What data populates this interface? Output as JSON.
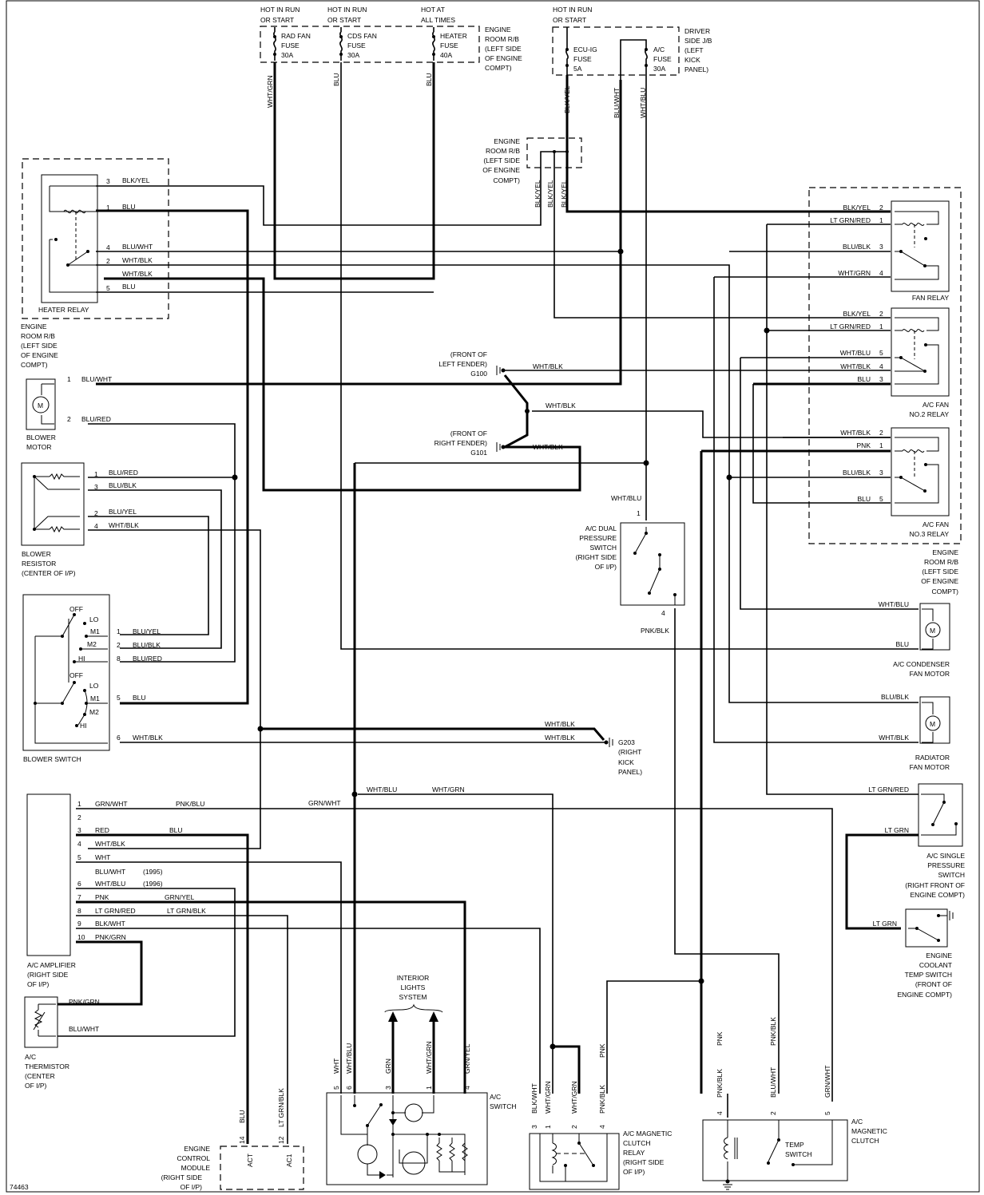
{
  "diagram": {
    "figure_id": "74463",
    "fuse_box_top": {
      "location": [
        "ENGINE",
        "ROOM R/B",
        "(LEFT SIDE",
        "OF ENGINE",
        "COMPT)"
      ],
      "fuses": [
        {
          "power": [
            "HOT IN RUN",
            "OR START"
          ],
          "name": [
            "RAD FAN",
            "FUSE",
            "30A"
          ],
          "wire": "WHT/GRN"
        },
        {
          "power": [
            "HOT IN RUN",
            "OR START"
          ],
          "name": [
            "CDS FAN",
            "FUSE",
            "30A"
          ],
          "wire": "BLU"
        },
        {
          "power": [
            "HOT AT",
            "ALL TIMES"
          ],
          "name": [
            "HEATER",
            "FUSE",
            "40A"
          ],
          "wire": "BLU"
        }
      ]
    },
    "driver_jb": {
      "power": [
        "HOT IN RUN",
        "OR START"
      ],
      "location": [
        "DRIVER",
        "SIDE J/B",
        "(LEFT",
        "KICK",
        "PANEL)"
      ],
      "fuses": [
        {
          "name": [
            "ECU-IG",
            "FUSE",
            "5A"
          ],
          "wire": "BLK/YEL"
        },
        {
          "name": [
            "A/C",
            "FUSE",
            "30A"
          ],
          "wire": "WHT/BLU"
        }
      ],
      "extra_wire": "BLU/WHT"
    },
    "engine_room_splice": {
      "location": [
        "ENGINE",
        "ROOM R/B",
        "(LEFT SIDE",
        "OF ENGINE",
        "COMPT)"
      ],
      "wires": [
        "BLK/YEL",
        "BLK/YEL",
        "BLK/YEL"
      ]
    },
    "heater_relay": {
      "name": "HEATER RELAY",
      "location": [
        "ENGINE",
        "ROOM R/B",
        "(LEFT SIDE",
        "OF ENGINE",
        "COMPT)"
      ],
      "pins": [
        {
          "pin": "3",
          "wire": "BLK/YEL"
        },
        {
          "pin": "1",
          "wire": "BLU"
        },
        {
          "pin": "4",
          "wire": "BLU/WHT"
        },
        {
          "pin": "2",
          "wire": "WHT/BLK"
        },
        {
          "pin": "",
          "wire": "WHT/BLK"
        },
        {
          "pin": "5",
          "wire": "BLU"
        }
      ]
    },
    "blower_motor": {
      "name": [
        "BLOWER",
        "MOTOR"
      ],
      "symbol": "M",
      "pins": [
        {
          "pin": "1",
          "wire": "BLU/WHT"
        },
        {
          "pin": "2",
          "wire": "BLU/RED"
        }
      ]
    },
    "blower_resistor": {
      "name": [
        "BLOWER",
        "RESISTOR",
        "(CENTER OF I/P)"
      ],
      "pins": [
        {
          "pin": "1",
          "wire": "BLU/RED"
        },
        {
          "pin": "3",
          "wire": "BLU/BLK"
        },
        {
          "pin": "2",
          "wire": "BLU/YEL"
        },
        {
          "pin": "4",
          "wire": "WHT/BLK"
        }
      ]
    },
    "blower_switch": {
      "name": "BLOWER SWITCH",
      "positions_a": [
        "OFF",
        "LO",
        "M1",
        "M2",
        "HI"
      ],
      "positions_b": [
        "OFF",
        "LO",
        "M1",
        "M2",
        "HI"
      ],
      "pins": [
        {
          "pin": "1",
          "wire": "BLU/YEL"
        },
        {
          "pin": "2",
          "wire": "BLU/BLK"
        },
        {
          "pin": "8",
          "wire": "BLU/RED"
        },
        {
          "pin": "5",
          "wire": "BLU"
        },
        {
          "pin": "6",
          "wire": "WHT/BLK"
        }
      ]
    },
    "grounds": [
      {
        "id": "G100",
        "location": [
          "(FRONT OF",
          "LEFT FENDER)"
        ],
        "wire": "WHT/BLK"
      },
      {
        "id": "G101",
        "location": [
          "(FRONT OF",
          "RIGHT FENDER)"
        ],
        "wire": "WHT/BLK"
      },
      {
        "id": "G203",
        "location": [
          "(RIGHT",
          "KICK",
          "PANEL)"
        ],
        "wires": [
          "WHT/BLK",
          "WHT/BLK"
        ]
      }
    ],
    "splice_wire_label": "WHT/BLK",
    "dual_pressure_switch": {
      "name": [
        "A/C DUAL",
        "PRESSURE",
        "SWITCH",
        "(RIGHT SIDE",
        "OF I/P)"
      ],
      "pins": [
        {
          "pin": "1",
          "wire": "WHT/BLU"
        },
        {
          "pin": "4",
          "wire": "PNK/BLK"
        }
      ]
    },
    "fan_relay": {
      "name": "FAN RELAY",
      "pins": [
        {
          "pin": "2",
          "wire": "BLK/YEL"
        },
        {
          "pin": "1",
          "wire": "LT GRN/RED"
        },
        {
          "pin": "3",
          "wire": "BLU/BLK"
        },
        {
          "pin": "4",
          "wire": "WHT/GRN"
        }
      ]
    },
    "ac_fan_no2_relay": {
      "name": [
        "A/C FAN",
        "NO.2 RELAY"
      ],
      "pins": [
        {
          "pin": "2",
          "wire": "BLK/YEL"
        },
        {
          "pin": "1",
          "wire": "LT GRN/RED"
        },
        {
          "pin": "5",
          "wire": "WHT/BLU"
        },
        {
          "pin": "4",
          "wire": "WHT/BLK"
        },
        {
          "pin": "3",
          "wire": "BLU"
        }
      ]
    },
    "ac_fan_no3_relay": {
      "name": [
        "A/C FAN",
        "NO.3 RELAY"
      ],
      "pins": [
        {
          "pin": "2",
          "wire": "WHT/BLK"
        },
        {
          "pin": "1",
          "wire": "PNK"
        },
        {
          "pin": "3",
          "wire": "BLU/BLK"
        },
        {
          "pin": "5",
          "wire": "BLU"
        }
      ]
    },
    "relay_box_location": [
      "ENGINE",
      "ROOM R/B",
      "(LEFT SIDE",
      "OF ENGINE",
      "COMPT)"
    ],
    "condenser_fan_motor": {
      "name": [
        "A/C CONDENSER",
        "FAN MOTOR"
      ],
      "symbol": "M",
      "wires": [
        "WHT/BLU",
        "BLU"
      ]
    },
    "radiator_fan_motor": {
      "name": [
        "RADIATOR",
        "FAN MOTOR"
      ],
      "symbol": "M",
      "wires": [
        "BLU/BLK",
        "WHT/BLK"
      ]
    },
    "single_pressure_switch": {
      "name": [
        "A/C SINGLE",
        "PRESSURE",
        "SWITCH",
        "(RIGHT FRONT OF",
        "ENGINE COMPT)"
      ],
      "wires": [
        "LT GRN/RED",
        "LT GRN"
      ]
    },
    "coolant_temp_switch": {
      "name": [
        "ENGINE",
        "COOLANT",
        "TEMP SWITCH",
        "(FRONT OF",
        "ENGINE COMPT)"
      ],
      "wire": "LT GRN"
    },
    "ac_amplifier": {
      "name": [
        "A/C AMPLIFIER",
        "(RIGHT SIDE",
        "OF I/P)"
      ],
      "pins": [
        {
          "pin": "1",
          "wire": "GRN/WHT",
          "mate": "PNK/BLU"
        },
        {
          "pin": "2",
          "wire": "",
          "mate": ""
        },
        {
          "pin": "3",
          "wire": "RED",
          "mate": "BLU"
        },
        {
          "pin": "4",
          "wire": "WHT/BLK",
          "mate": ""
        },
        {
          "pin": "5",
          "wire": "WHT",
          "mate": ""
        },
        {
          "pin": "6",
          "wire": "WHT/BLU",
          "mate": ""
        },
        {
          "pin": "7",
          "wire": "PNK",
          "mate": "GRN/YEL"
        },
        {
          "pin": "8",
          "wire": "LT GRN/RED",
          "mate": "LT GRN/BLK"
        },
        {
          "pin": "9",
          "wire": "BLK/WHT",
          "mate": ""
        },
        {
          "pin": "10",
          "wire": "PNK/GRN",
          "mate": ""
        }
      ],
      "pin6_variants": [
        {
          "wire": "BLU/WHT",
          "year": "(1995)"
        },
        {
          "wire": "WHT/BLU",
          "year": "(1996)"
        }
      ]
    },
    "mid_wires": {
      "wht_blu": "WHT/BLU",
      "wht_grn": "WHT/GRN",
      "grn_wht": "GRN/WHT"
    },
    "thermistor": {
      "name": [
        "A/C",
        "THERMISTOR",
        "(CENTER",
        "OF I/P)"
      ],
      "wires": [
        "PNK/GRN",
        "BLU/WHT"
      ]
    },
    "ecm": {
      "name": [
        "ENGINE",
        "CONTROL",
        "MODULE",
        "(RIGHT SIDE",
        "OF I/P)"
      ],
      "pins": [
        {
          "pin": "14",
          "wire": "BLU",
          "signal": "ACT"
        },
        {
          "pin": "12",
          "wire": "LT GRN/BLK",
          "signal": "AC1"
        }
      ]
    },
    "ac_switch": {
      "name": [
        "A/C",
        "SWITCH"
      ],
      "interior_lights": [
        "INTERIOR",
        "LIGHTS",
        "SYSTEM"
      ],
      "pins": [
        {
          "pin": "5",
          "wire": "WHT"
        },
        {
          "pin": "6",
          "wire": "WHT/BLU"
        },
        {
          "pin": "3",
          "wire": "GRN"
        },
        {
          "pin": "1",
          "wire": "WHT/GRN"
        },
        {
          "pin": "4",
          "wire": "GRN/YEL"
        }
      ]
    },
    "clutch_relay": {
      "name": [
        "A/C MAGNETIC",
        "CLUTCH",
        "RELAY",
        "(RIGHT SIDE",
        "OF I/P)"
      ],
      "pins": [
        {
          "pin": "3",
          "wire": "BLK/WHT"
        },
        {
          "pin": "1",
          "wire": "WHT/GRN"
        },
        {
          "pin": "2",
          "wire": "WHT/GRN"
        },
        {
          "pin": "4",
          "wire": "PNK/BLK"
        }
      ],
      "upstream_wire": "PNK"
    },
    "magnetic_clutch": {
      "name": [
        "A/C",
        "MAGNETIC",
        "CLUTCH"
      ],
      "switch_label": [
        "TEMP",
        "SWITCH"
      ],
      "pins": [
        {
          "pin": "4",
          "wire": "PNK/BLK",
          "upstream": "PNK"
        },
        {
          "pin": "2",
          "wire": "BLU/WHT",
          "upstream": "PNK/BLK"
        },
        {
          "pin": "5",
          "wire": "GRN/WHT",
          "upstream": ""
        }
      ]
    }
  }
}
